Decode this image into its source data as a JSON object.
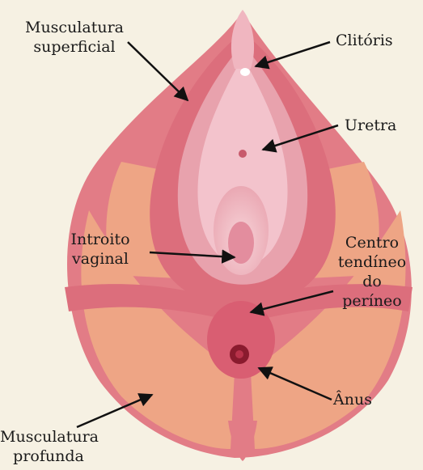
{
  "labels": {
    "musculatura_superficial": {
      "line1": "Musculatura",
      "line2": "superficial"
    },
    "clitoris": "Clitóris",
    "uretra": "Uretra",
    "introito_vaginal": {
      "line1": "Introito",
      "line2": "vaginal"
    },
    "centro_tendineo": {
      "line1": "Centro",
      "line2": "tendíneo",
      "line3": "do",
      "line4": "períneo"
    },
    "anus": "Ânus",
    "musculatura_profunda": {
      "line1": "Musculatura",
      "line2": "profunda"
    }
  },
  "colors": {
    "background": "#f6f1e3",
    "deep_muscle": "#eea585",
    "superficial_muscle": "#dc6e7c",
    "vestibule": "#f3c3cc",
    "labia": "#e8a2ad",
    "arrow": "#111111"
  }
}
